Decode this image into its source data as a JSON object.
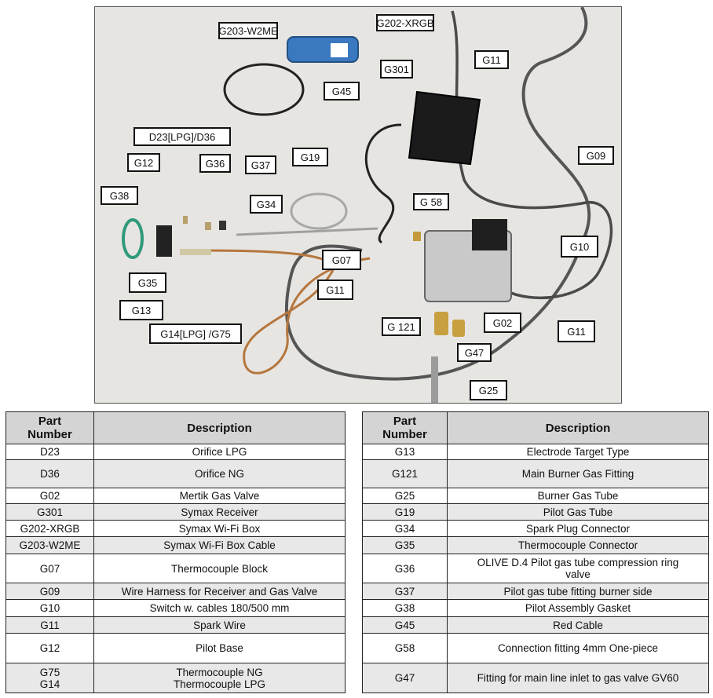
{
  "photo_labels": [
    {
      "id": "g203",
      "text": "G203-W2ME"
    },
    {
      "id": "g202",
      "text": "G202-XRGB"
    },
    {
      "id": "g11a",
      "text": "G11"
    },
    {
      "id": "g301",
      "text": "G301"
    },
    {
      "id": "g45",
      "text": "G45"
    },
    {
      "id": "d23",
      "text": "D23[LPG]/D36"
    },
    {
      "id": "g12",
      "text": "G12"
    },
    {
      "id": "g36",
      "text": "G36"
    },
    {
      "id": "g37",
      "text": "G37"
    },
    {
      "id": "g19",
      "text": "G19"
    },
    {
      "id": "g09",
      "text": "G09"
    },
    {
      "id": "g38",
      "text": "G38"
    },
    {
      "id": "g34",
      "text": "G34"
    },
    {
      "id": "g58",
      "text": "G 58"
    },
    {
      "id": "g10",
      "text": "G10"
    },
    {
      "id": "g07",
      "text": "G07"
    },
    {
      "id": "g35",
      "text": "G35"
    },
    {
      "id": "g11b",
      "text": "G11"
    },
    {
      "id": "g13",
      "text": "G13"
    },
    {
      "id": "g121",
      "text": "G 121"
    },
    {
      "id": "g02",
      "text": "G02"
    },
    {
      "id": "g11c",
      "text": "G11"
    },
    {
      "id": "g14",
      "text": "G14[LPG]  /G75"
    },
    {
      "id": "g47",
      "text": "G47"
    },
    {
      "id": "g25",
      "text": "G25"
    }
  ],
  "tables": {
    "headers": {
      "part": "Part\nNumber",
      "description": "Description"
    },
    "left": [
      {
        "part": "D23",
        "description": "Orifice LPG"
      },
      {
        "part": "D36",
        "description": "Orifice NG"
      },
      {
        "part": "G02",
        "description": "Mertik Gas Valve"
      },
      {
        "part": "G301",
        "description": "Symax Receiver"
      },
      {
        "part": "G202-XRGB",
        "description": "Symax Wi-Fi Box"
      },
      {
        "part": "G203-W2ME",
        "description": "Symax Wi-Fi Box Cable"
      },
      {
        "part": "G07",
        "description": "Thermocouple Block"
      },
      {
        "part": "G09",
        "description": "Wire Harness for Receiver and Gas Valve"
      },
      {
        "part": "G10",
        "description": "Switch w. cables 180/500 mm"
      },
      {
        "part": "G11",
        "description": "Spark Wire"
      },
      {
        "part": "G12",
        "description": "Pilot Base"
      },
      {
        "part": "G75\nG14",
        "description": "Thermocouple NG\nThermocouple LPG"
      }
    ],
    "right": [
      {
        "part": "G13",
        "description": "Electrode Target Type"
      },
      {
        "part": "G121",
        "description": "Main Burner Gas Fitting"
      },
      {
        "part": "G25",
        "description": "Burner Gas Tube"
      },
      {
        "part": "G19",
        "description": "Pilot Gas Tube"
      },
      {
        "part": "G34",
        "description": "Spark Plug Connector"
      },
      {
        "part": "G35",
        "description": "Thermocouple Connector"
      },
      {
        "part": "G36",
        "description": "OLIVE D.4 Pilot gas tube compression ring\nvalve"
      },
      {
        "part": "G37",
        "description": "Pilot gas tube fitting burner side"
      },
      {
        "part": "G38",
        "description": "Pilot Assembly Gasket"
      },
      {
        "part": "G45",
        "description": "Red Cable"
      },
      {
        "part": "G58",
        "description": "Connection fitting 4mm One-piece"
      },
      {
        "part": "G47",
        "description": "Fitting for main line inlet to gas valve GV60"
      }
    ]
  }
}
